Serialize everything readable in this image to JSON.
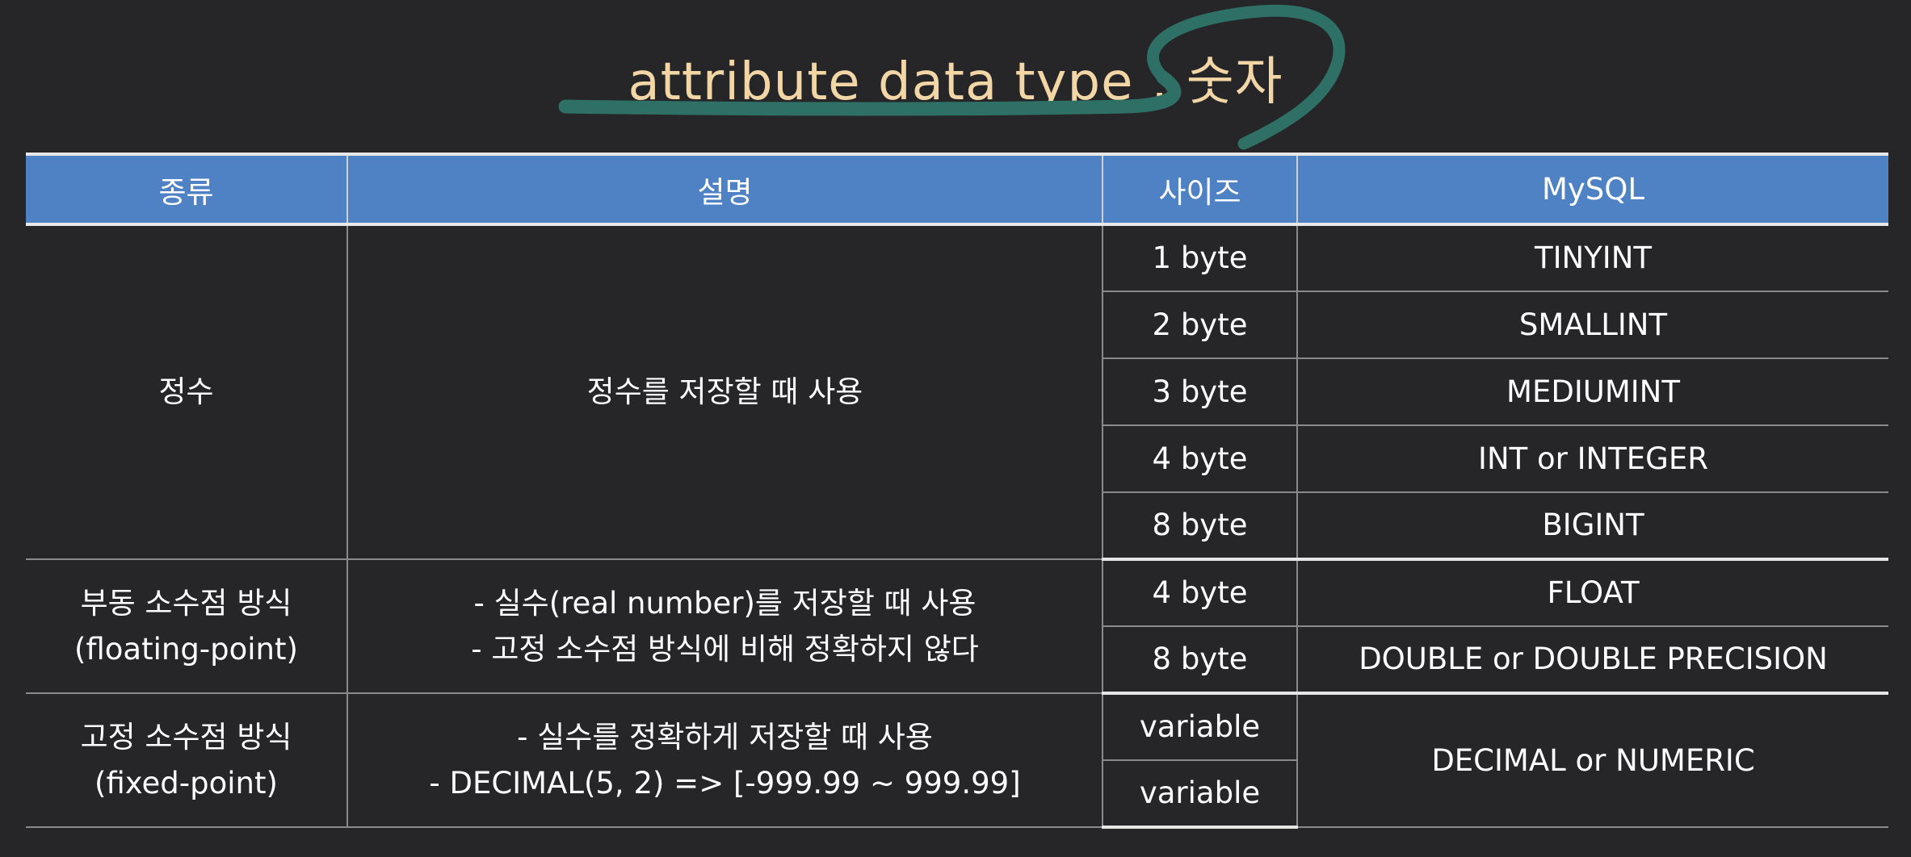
{
  "title": {
    "prefix": "attribute data type :",
    "highlight": "숫자"
  },
  "colors": {
    "background": "#262628",
    "title_text": "#f3d6a6",
    "header_bg": "#4f82c4",
    "marker": "#2e6f66"
  },
  "headers": [
    "종류",
    "설명",
    "사이즈",
    "MySQL"
  ],
  "rows": {
    "integer": {
      "kind": "정수",
      "desc": "정수를 저장할 때 사용",
      "items": [
        {
          "size": "1 byte",
          "mysql": "TINYINT"
        },
        {
          "size": "2 byte",
          "mysql": "SMALLINT"
        },
        {
          "size": "3 byte",
          "mysql": "MEDIUMINT"
        },
        {
          "size": "4 byte",
          "mysql": "INT or INTEGER"
        },
        {
          "size": "8 byte",
          "mysql": "BIGINT"
        }
      ]
    },
    "floating": {
      "kind_line1": "부동 소수점 방식",
      "kind_line2": "(floating-point)",
      "desc_line1": "- 실수(real number)를 저장할 때 사용",
      "desc_line2": "- 고정 소수점 방식에 비해 정확하지 않다",
      "items": [
        {
          "size": "4 byte",
          "mysql": "FLOAT"
        },
        {
          "size": "8 byte",
          "mysql": "DOUBLE or DOUBLE PRECISION"
        }
      ]
    },
    "fixed": {
      "kind_line1": "고정 소수점 방식",
      "kind_line2": "(fixed-point)",
      "desc_line1": "- 실수를 정확하게 저장할 때 사용",
      "desc_line2": "- DECIMAL(5, 2) => [-999.99 ~ 999.99]",
      "items": [
        {
          "size": "variable"
        },
        {
          "size": "variable"
        }
      ],
      "mysql": "DECIMAL or NUMERIC"
    }
  }
}
